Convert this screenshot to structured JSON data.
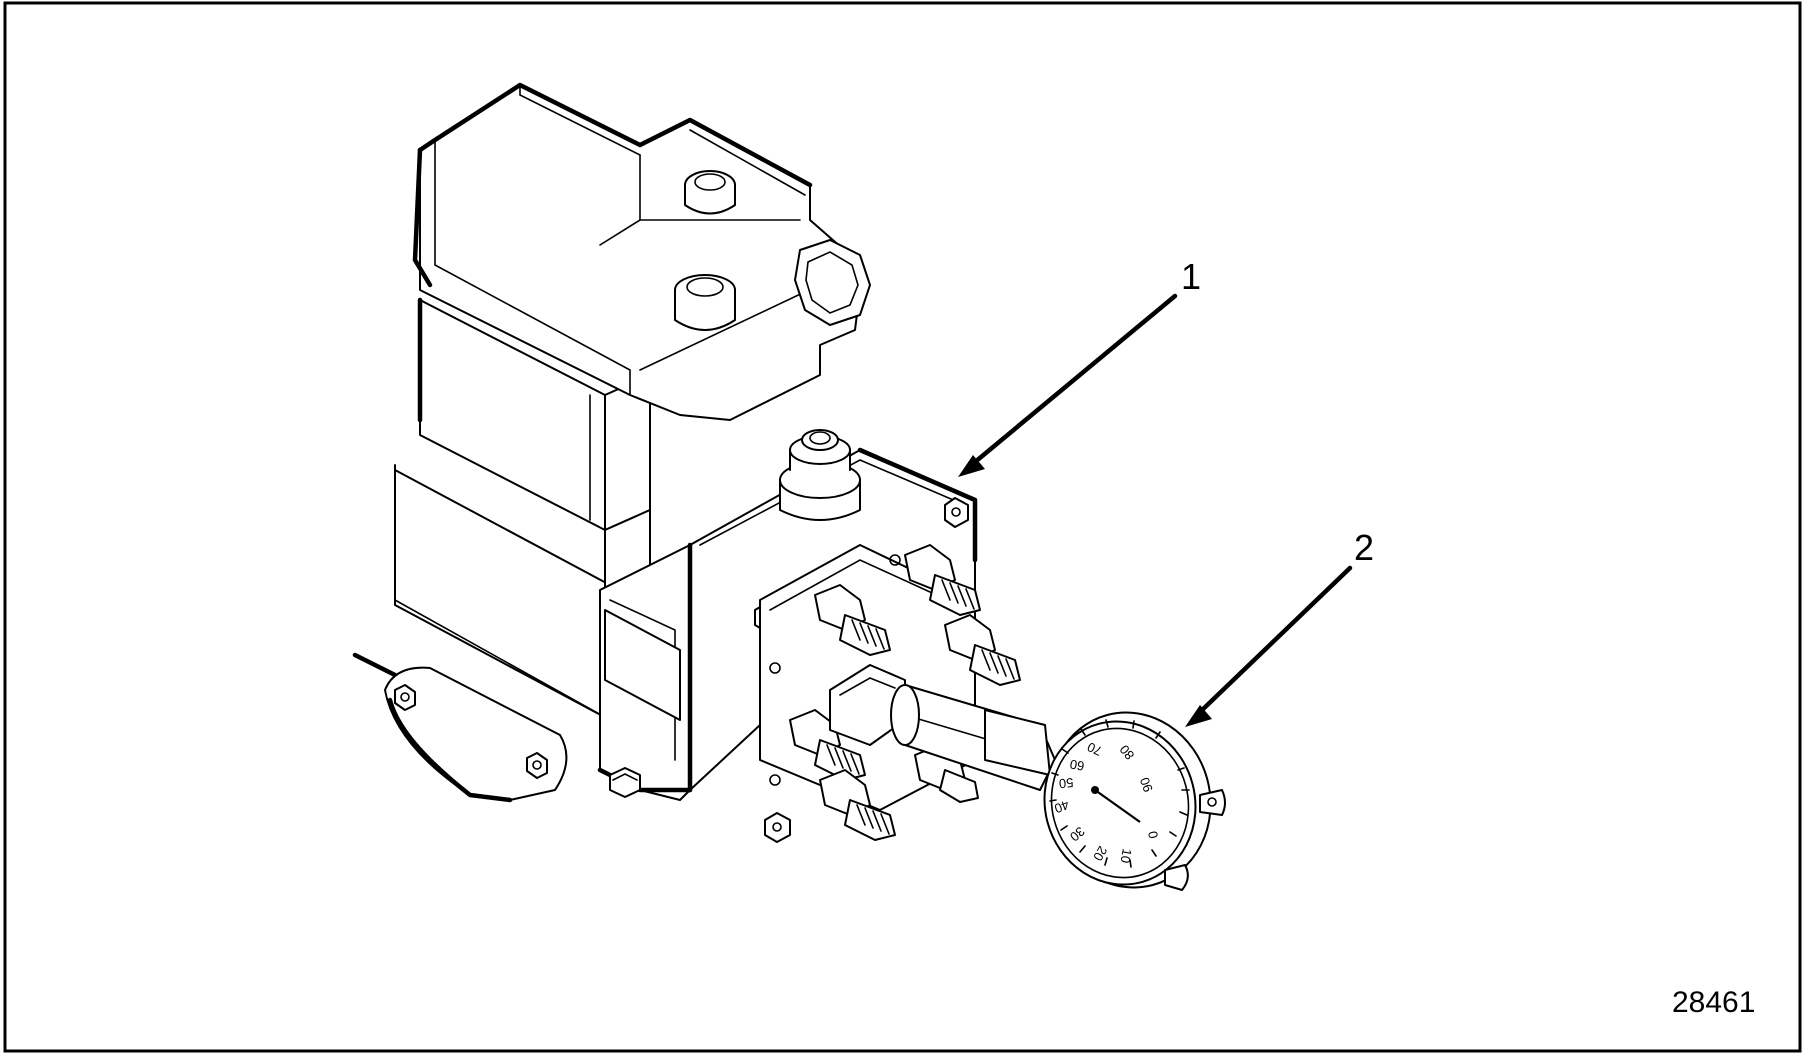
{
  "callouts": [
    {
      "label": "1"
    },
    {
      "label": "2"
    }
  ],
  "figure_number": "28461",
  "gauge": {
    "dial_labels": [
      "0",
      "10",
      "20",
      "30",
      "40",
      "50",
      "60",
      "70",
      "80",
      "90"
    ]
  },
  "colors": {
    "line": "#000000",
    "background": "#ffffff"
  }
}
